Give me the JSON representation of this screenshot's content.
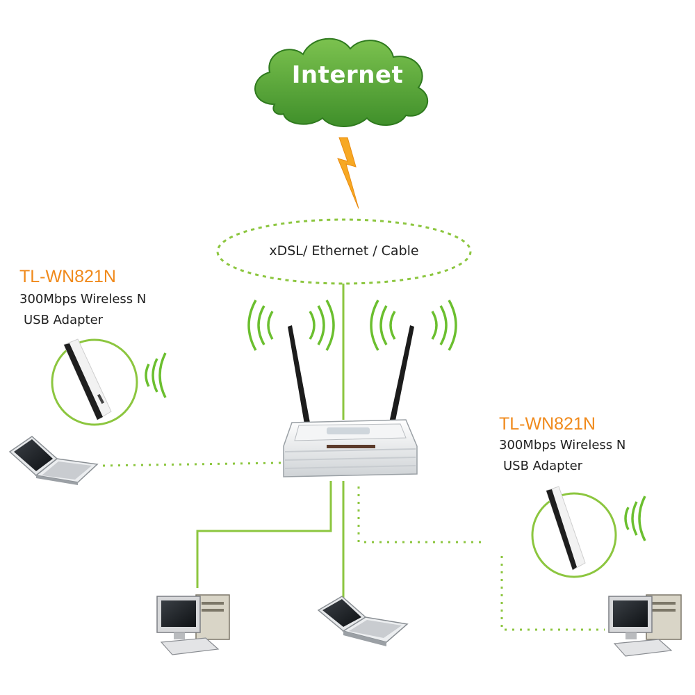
{
  "internet": {
    "label": "Internet"
  },
  "connection": {
    "label": "xDSL/ Ethernet / Cable"
  },
  "adapter_left": {
    "model": "TL-WN821N",
    "line1": "300Mbps Wireless N",
    "line2": "USB Adapter"
  },
  "adapter_right": {
    "model": "TL-WN821N",
    "line1": "300Mbps Wireless N",
    "line2": "USB Adapter"
  },
  "colors": {
    "cloud": "#5aa63c",
    "wire": "#8cc63f",
    "signal": "#6bbf2f",
    "model_text": "#f08a1c",
    "lightning": "#f7a823"
  }
}
